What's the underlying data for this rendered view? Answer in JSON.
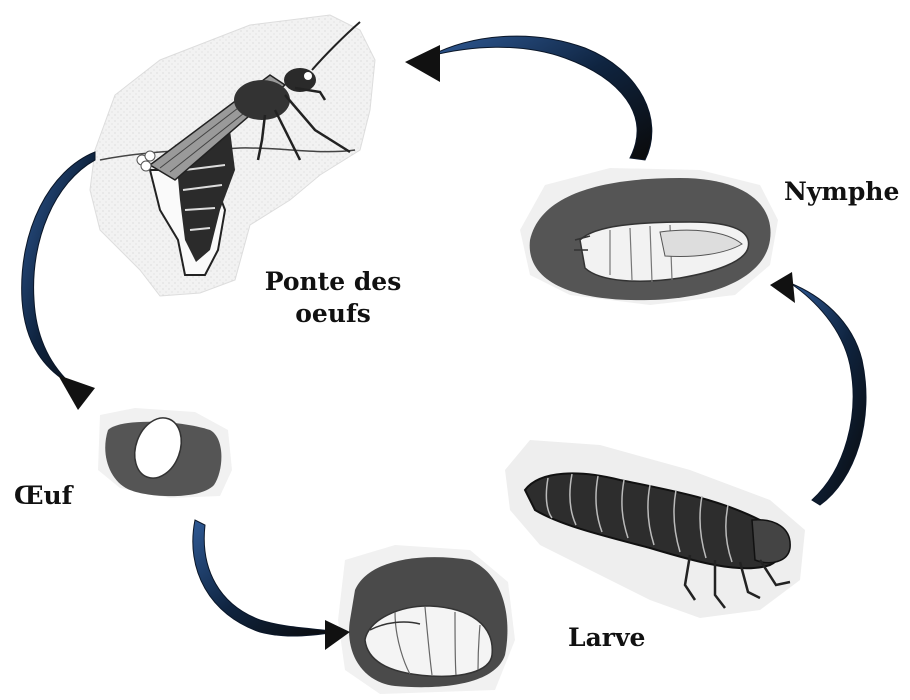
{
  "diagram": {
    "stages": [
      {
        "id": "adult",
        "label": "Ponte des oeufs"
      },
      {
        "id": "egg",
        "label": "Œuf"
      },
      {
        "id": "larva",
        "label": "Larve"
      },
      {
        "id": "pupa",
        "label": "Nymphe"
      }
    ],
    "arrow_color": "#1f3f6e",
    "blob_fill": "#555555",
    "chamber_fill": "#4a4a4a",
    "paper_fill": "#efefef"
  }
}
